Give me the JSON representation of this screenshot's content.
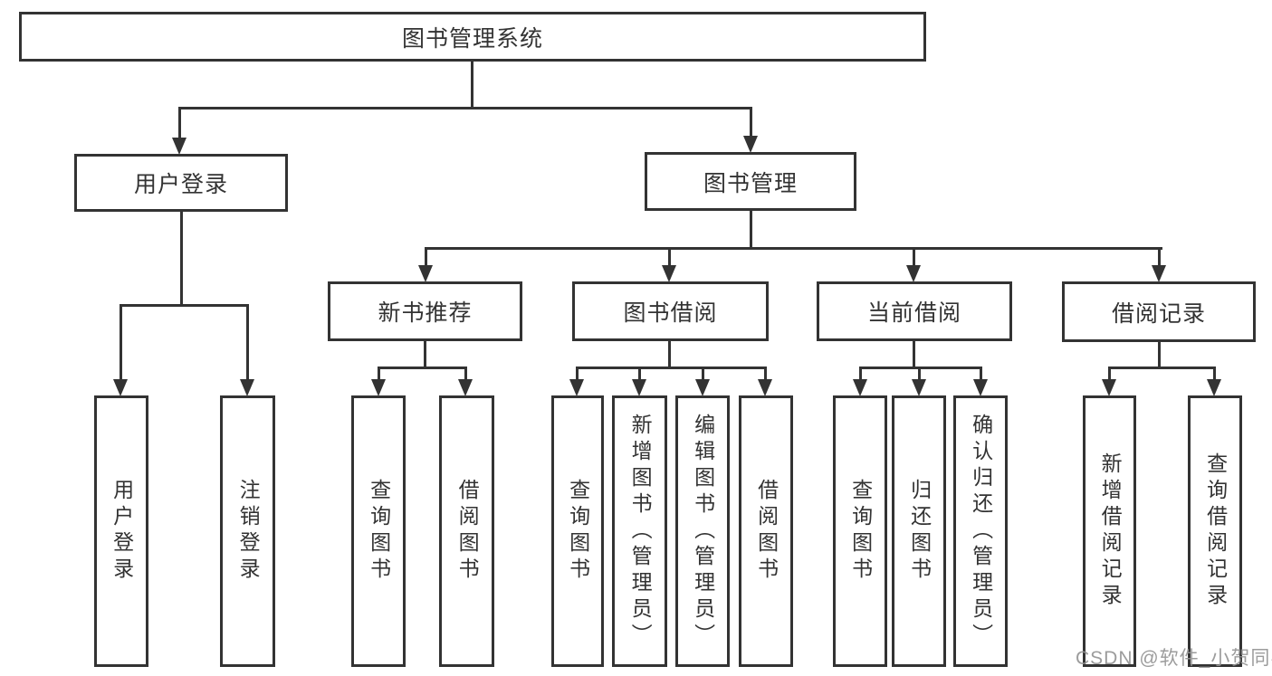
{
  "tree": {
    "root": {
      "label": "图书管理系统"
    },
    "branches": [
      {
        "label": "用户登录",
        "children": [
          {
            "label": "用户登录"
          },
          {
            "label": "注销登录"
          }
        ]
      },
      {
        "label": "图书管理",
        "groups": [
          {
            "label": "新书推荐",
            "children": [
              {
                "label": "查询图书"
              },
              {
                "label": "借阅图书"
              }
            ]
          },
          {
            "label": "图书借阅",
            "children": [
              {
                "label": "查询图书"
              },
              {
                "label": "新增图书（管理员）"
              },
              {
                "label": "编辑图书（管理员）"
              },
              {
                "label": "借阅图书"
              }
            ]
          },
          {
            "label": "当前借阅",
            "children": [
              {
                "label": "查询图书"
              },
              {
                "label": "归还图书"
              },
              {
                "label": "确认归还（管理员）"
              }
            ]
          },
          {
            "label": "借阅记录",
            "children": [
              {
                "label": "新增借阅记录"
              },
              {
                "label": "查询借阅记录"
              }
            ]
          }
        ]
      }
    ]
  },
  "watermark": {
    "text": "CSDN @软件_小贺同学"
  },
  "colors": {
    "line": "#333333",
    "box_border": "#333333",
    "box_fill": "#ffffff",
    "text": "#333333",
    "watermark": "#949494"
  }
}
